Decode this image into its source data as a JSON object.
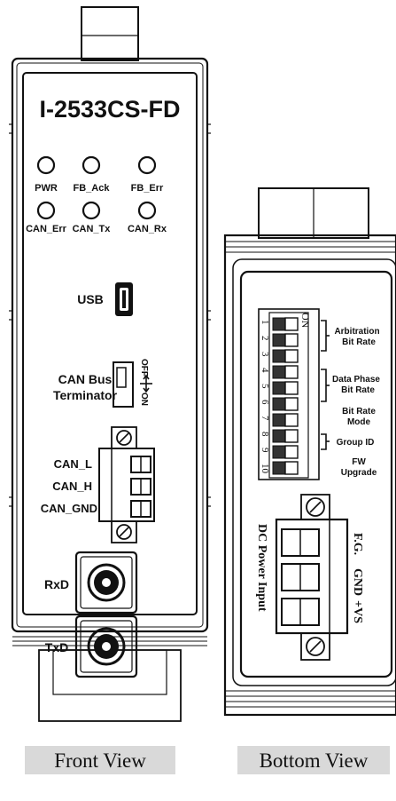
{
  "front": {
    "title": "I-2533CS-FD",
    "leds": [
      "PWR",
      "FB_Ack",
      "FB_Err",
      "CAN_Err",
      "CAN_Tx",
      "CAN_Rx"
    ],
    "usb_label": "USB",
    "terminator_label_1": "CAN Bus",
    "terminator_label_2": "Terminator",
    "switch_off": "OFF",
    "switch_on": "ON",
    "can_pins": [
      "CAN_L",
      "CAN_H",
      "CAN_GND"
    ],
    "fiber_ports": [
      "RxD",
      "TxD"
    ],
    "caption": "Front View"
  },
  "bottom": {
    "dip_on": "ON",
    "dip_numbers": [
      "1",
      "2",
      "3",
      "4",
      "5",
      "6",
      "7",
      "8",
      "9",
      "10"
    ],
    "groups": [
      {
        "line1": "Arbitration",
        "line2": "Bit Rate"
      },
      {
        "line1": "Data Phase",
        "line2": "Bit Rate"
      },
      {
        "line1": "Bit Rate",
        "line2": "Mode"
      },
      {
        "line1": "Group ID",
        "line2": ""
      },
      {
        "line1": "FW",
        "line2": "Upgrade"
      }
    ],
    "power_label": "DC Power Input",
    "power_pins": [
      "F.G.",
      "GND",
      "+VS"
    ],
    "caption": "Bottom View"
  }
}
